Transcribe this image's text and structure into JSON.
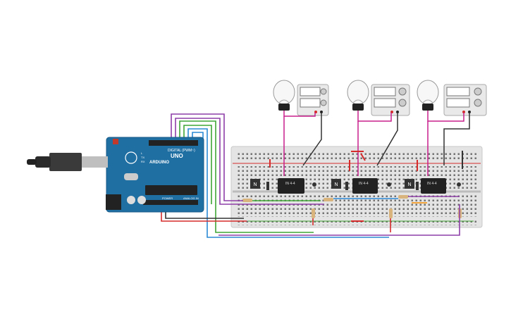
{
  "arduino": {
    "brand": "ARDUINO",
    "model": "UNO",
    "digital_label": "DIGITAL (PWM~)",
    "power_label": "POWER",
    "analog_label": "ANALOG IN",
    "tx_label": "TX",
    "rx_label": "RX",
    "l_label": "L"
  },
  "transistor_label": "N",
  "relay_label": "IN 4-4",
  "lamps_count_note": "",
  "colors": {
    "wire_purple": "#8e3fa8",
    "wire_green": "#3fa535",
    "wire_blue": "#2b8ad6",
    "wire_red": "#d62b2b",
    "wire_black": "#333333",
    "wire_magenta": "#c81e8c",
    "wire_orange": "#f2a33a",
    "board_blue": "#1f6fa3",
    "breadboard": "#e6e6e6"
  }
}
